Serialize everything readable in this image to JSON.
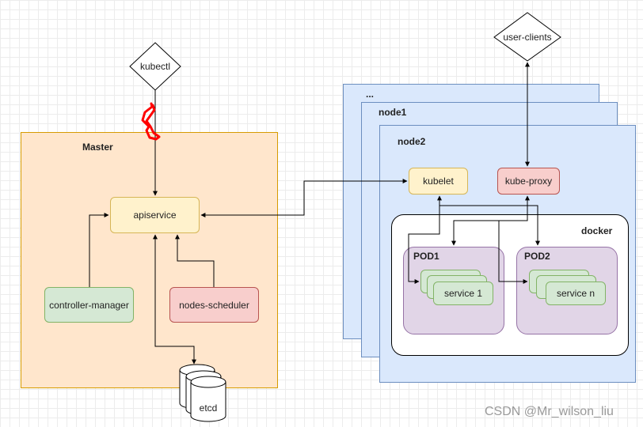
{
  "master": {
    "label": "Master"
  },
  "kubectl": {
    "label": "kubectl"
  },
  "apiservice": {
    "label": "apiservice"
  },
  "controller_manager": {
    "label": "controller-manager"
  },
  "nodes_scheduler": {
    "label": "nodes-scheduler"
  },
  "etcd": {
    "label": "etcd"
  },
  "user_clients": {
    "label": "user-clients"
  },
  "nodes_stack": {
    "label_ellipsis": "...",
    "label_node1": "node1",
    "label_node2": "node2"
  },
  "kubelet": {
    "label": "kubelet"
  },
  "kube_proxy": {
    "label": "kube-proxy"
  },
  "docker": {
    "label": "docker"
  },
  "pod1": {
    "label": "POD1",
    "service_label": "service 1"
  },
  "pod2": {
    "label": "POD2",
    "service_label": "service n"
  },
  "watermark": {
    "text": "CSDN @Mr_wilson_liu"
  },
  "colors": {
    "master_fill": "#ffe6cc",
    "master_border": "#d79b00",
    "node_fill": "#dae8fc",
    "node_border": "#6c8ebf",
    "scribble": "#ff0000"
  }
}
